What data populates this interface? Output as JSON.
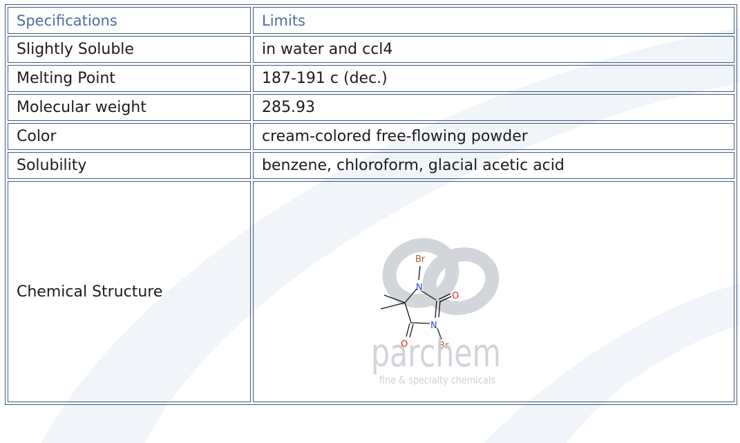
{
  "table": {
    "header": {
      "spec": "Specifications",
      "limit": "Limits"
    },
    "rows": [
      {
        "spec": "Slightly Soluble",
        "limit": "in water and ccl4"
      },
      {
        "spec": "Melting Point",
        "limit": "187-191 c (dec.)"
      },
      {
        "spec": "Molecular weight",
        "limit": "285.93"
      },
      {
        "spec": "Color",
        "limit": "cream-colored free-flowing powder"
      },
      {
        "spec": "Solubility",
        "limit": "benzene, chloroform, glacial acetic acid"
      }
    ],
    "structure_row": {
      "spec": "Chemical Structure"
    }
  },
  "structure": {
    "atoms": {
      "br_top": "Br",
      "n_top": "N",
      "o_right": "O",
      "n_bottom": "N",
      "o_left": "O",
      "br_bottom": "Br"
    },
    "watermark": {
      "brand": "parchem",
      "tagline": "fine & specialty chemicals"
    }
  },
  "colors": {
    "border": "#3e5a80",
    "header_text": "#4d6aa0",
    "bromine": "#a0622d",
    "nitrogen": "#2a3fd6",
    "oxygen": "#e02020",
    "watermark": "#c8ccd2"
  }
}
